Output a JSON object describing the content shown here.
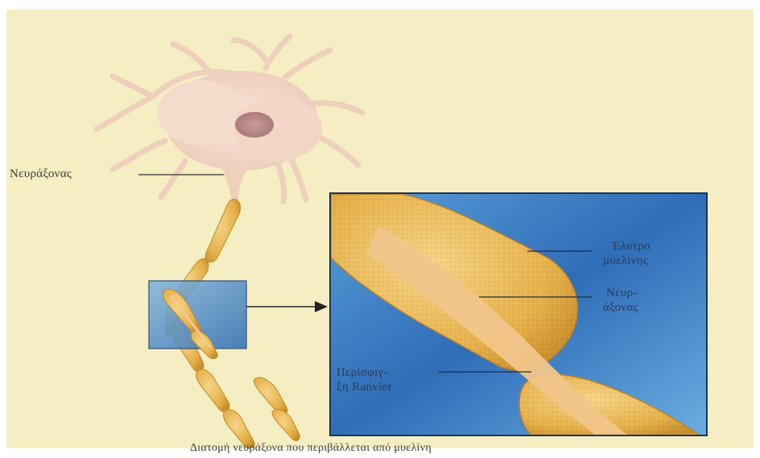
{
  "figure": {
    "labels": {
      "axon_left": "Νευράξονας",
      "myelin_sheath_line1": "Έλυτρο",
      "myelin_sheath_line2": "μυελίνης",
      "axon_inset_line1": "Νευρ-",
      "axon_inset_line2": "άξονας",
      "node_ranvier_line1": "Περίσφιγ-",
      "node_ranvier_line2": "ξη Ranvier"
    },
    "caption": "Διατομή νευράξονα που περιβάλλεται από μυελίνη"
  },
  "colors": {
    "background": "#f5eec2",
    "inset_blue": "#3f7fc4",
    "myelin": "#e8b84e",
    "cell_body": "#f3d9c9",
    "nucleus": "#b98a8a"
  }
}
